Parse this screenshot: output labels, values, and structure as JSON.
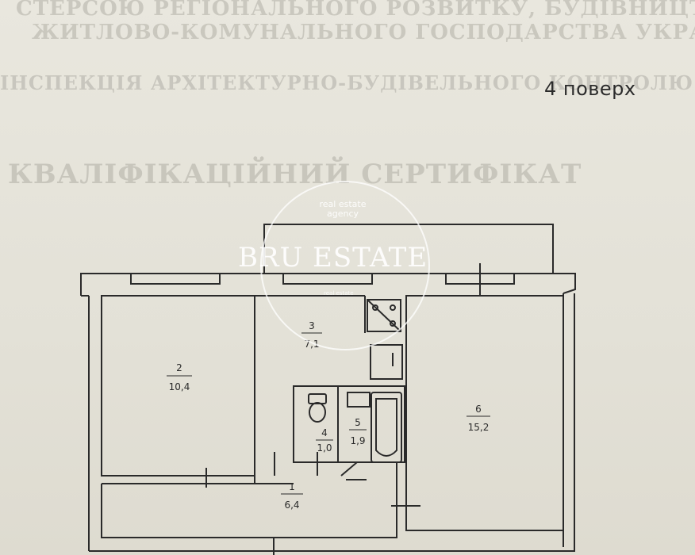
{
  "floor_label": "4 поверх",
  "watermark": {
    "brand": "BRU ESTATE",
    "tagline": "real estate agency",
    "small": "real estate"
  },
  "background_lines": [
    "СТЕРСОЮ РЕГІОНАЛЬНОГО РОЗВИТКУ, БУДІВНИЦТВА",
    "ЖИТЛОВО-КОМУНАЛЬНОГО ГОСПОДАРСТВА УКРАЇНИ",
    "ІНСПЕКЦІЯ АРХІТЕКТУРНО-БУДІВЕЛЬНОГО КОНТРОЛЮ",
    "КВАЛІФІКАЦІЙНИЙ СЕРТИФІКАТ"
  ],
  "rooms": [
    {
      "number": "1",
      "area": "6,4"
    },
    {
      "number": "2",
      "area": "10,4"
    },
    {
      "number": "3",
      "area": "7,1"
    },
    {
      "number": "4",
      "area": "1,0"
    },
    {
      "number": "5",
      "area": "1,9"
    },
    {
      "number": "6",
      "area": "15,2"
    }
  ]
}
